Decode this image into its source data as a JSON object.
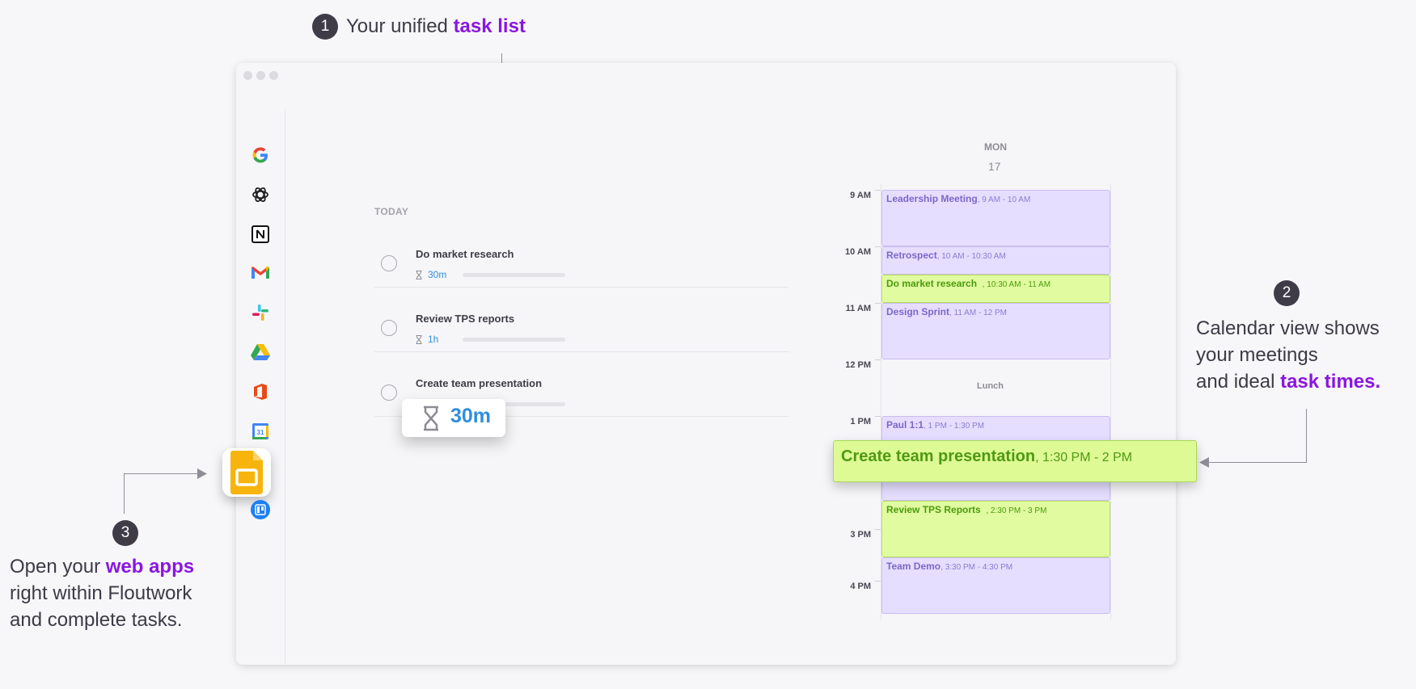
{
  "callouts": {
    "one": {
      "num": "1",
      "text": "Your unified ",
      "highlight": "task list"
    },
    "two": {
      "num": "2",
      "line1": "Calendar view shows",
      "line2": "your meetings",
      "line3_pre": "and ideal ",
      "line3_hl": "task times",
      "line3_post": "."
    },
    "three": {
      "num": "3",
      "line1_pre": "Open your ",
      "line1_hl": "web apps",
      "line2": "right within Floutwork",
      "line3": "and complete tasks."
    }
  },
  "sidebar": {
    "apps": [
      "google-icon",
      "chatgpt-icon",
      "notion-icon",
      "gmail-icon",
      "slack-icon",
      "google-drive-icon",
      "office-icon",
      "google-calendar-icon",
      "google-slides-icon",
      "trello-icon"
    ]
  },
  "tasks": {
    "section": "TODAY",
    "items": [
      {
        "title": "Do market research",
        "duration": "30m",
        "progress": 0
      },
      {
        "title": "Review TPS reports",
        "duration": "1h",
        "progress": 0
      },
      {
        "title": "Create team presentation",
        "duration": "",
        "progress": 0
      }
    ],
    "drag_popup": "30m"
  },
  "calendar": {
    "day": "MON",
    "date": "17",
    "times": [
      "9 AM",
      "10 AM",
      "11 AM",
      "12 PM",
      "1 PM",
      "3 PM",
      "4 PM"
    ],
    "lunch": "Lunch",
    "events": [
      {
        "title": "Leadership Meeting",
        "time": ", 9 AM - 10 AM",
        "color": "purple"
      },
      {
        "title": "Retrospect",
        "time": ", 10 AM - 10:30 AM",
        "color": "purple"
      },
      {
        "title": "Do market research",
        "time": ", 10:30 AM - 11 AM",
        "color": "green"
      },
      {
        "title": "Design Sprint",
        "time": ", 11 AM - 12 PM",
        "color": "purple"
      },
      {
        "title": "Paul 1:1",
        "time": ", 1 PM - 1:30 PM",
        "color": "purple"
      },
      {
        "title": "Review TPS Reports",
        "time": ", 2:30 PM - 3 PM",
        "color": "green"
      },
      {
        "title": "Team Demo",
        "time": ", 3:30 PM - 4:30 PM",
        "color": "purple"
      }
    ],
    "dragged_event": {
      "title": "Create team presentation",
      "time": ", 1:30 PM - 2 PM"
    }
  },
  "colors": {
    "accent": "#8a16e0",
    "duration": "#2f8ede",
    "event_purple": "#e6deff",
    "event_green": "#e1fca0"
  }
}
